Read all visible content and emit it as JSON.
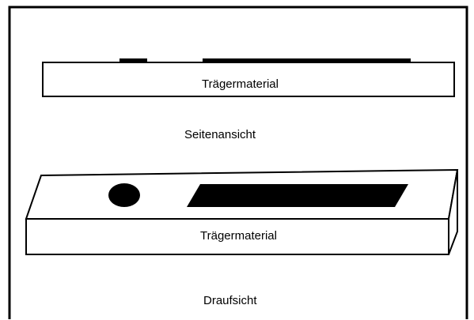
{
  "diagram": {
    "side_view": {
      "carrier_label": "Trägermaterial",
      "caption": "Seitenansicht"
    },
    "top_view": {
      "carrier_label": "Trägermaterial",
      "caption": "Draufsicht"
    },
    "colors": {
      "background": "#ffffff",
      "stroke": "#000000",
      "fill": "#000000"
    }
  }
}
